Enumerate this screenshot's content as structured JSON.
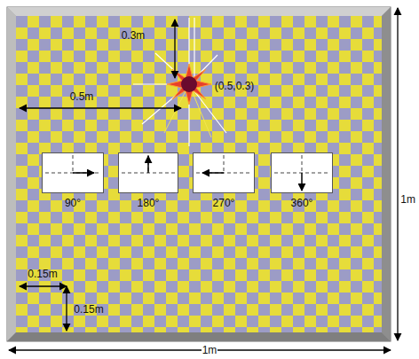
{
  "diagram": {
    "nodes": [
      {
        "text": [
          "90°"
        ]
      },
      {
        "text": [
          "180°"
        ]
      },
      {
        "text": [
          "270°"
        ]
      },
      {
        "text": [
          "360°"
        ]
      }
    ],
    "labels": [
      "0.3m",
      "(0.5,0.3)",
      "0.5m",
      "0.15m",
      "0.15m",
      "1m",
      "1m"
    ]
  }
}
